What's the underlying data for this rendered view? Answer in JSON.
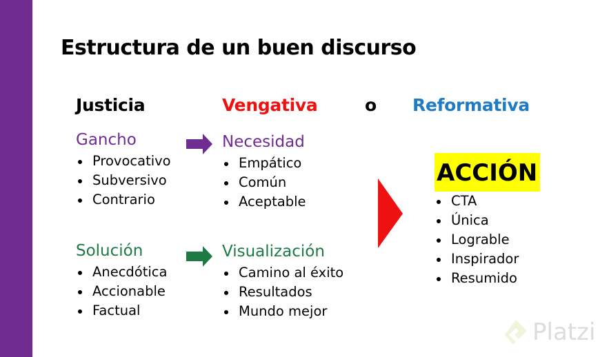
{
  "title": "Estructura de un buen discurso",
  "headers": {
    "justicia": "Justicia",
    "vengativa": "Vengativa",
    "o": "o",
    "reformativa": "Reformativa"
  },
  "colors": {
    "purple": "#6f2c91",
    "green": "#1e7a45",
    "red": "#ee1111",
    "blue": "#1f7cc4",
    "yellow": "#ffff00"
  },
  "gancho": {
    "label": "Gancho",
    "items": [
      "Provocativo",
      "Subversivo",
      "Contrario"
    ]
  },
  "necesidad": {
    "label": "Necesidad",
    "items": [
      "Empático",
      "Común",
      "Aceptable"
    ]
  },
  "solucion": {
    "label": "Solución",
    "items": [
      "Anecdótica",
      "Accionable",
      "Factual"
    ]
  },
  "visualizacion": {
    "label": "Visualización",
    "items": [
      "Camino al éxito",
      "Resultados",
      "Mundo mejor"
    ]
  },
  "accion": {
    "label": "ACCIÓN",
    "items": [
      "CTA",
      "Única",
      "Lograble",
      "Inspirador",
      "Resumido"
    ]
  },
  "logo": {
    "text": "Platzi"
  }
}
